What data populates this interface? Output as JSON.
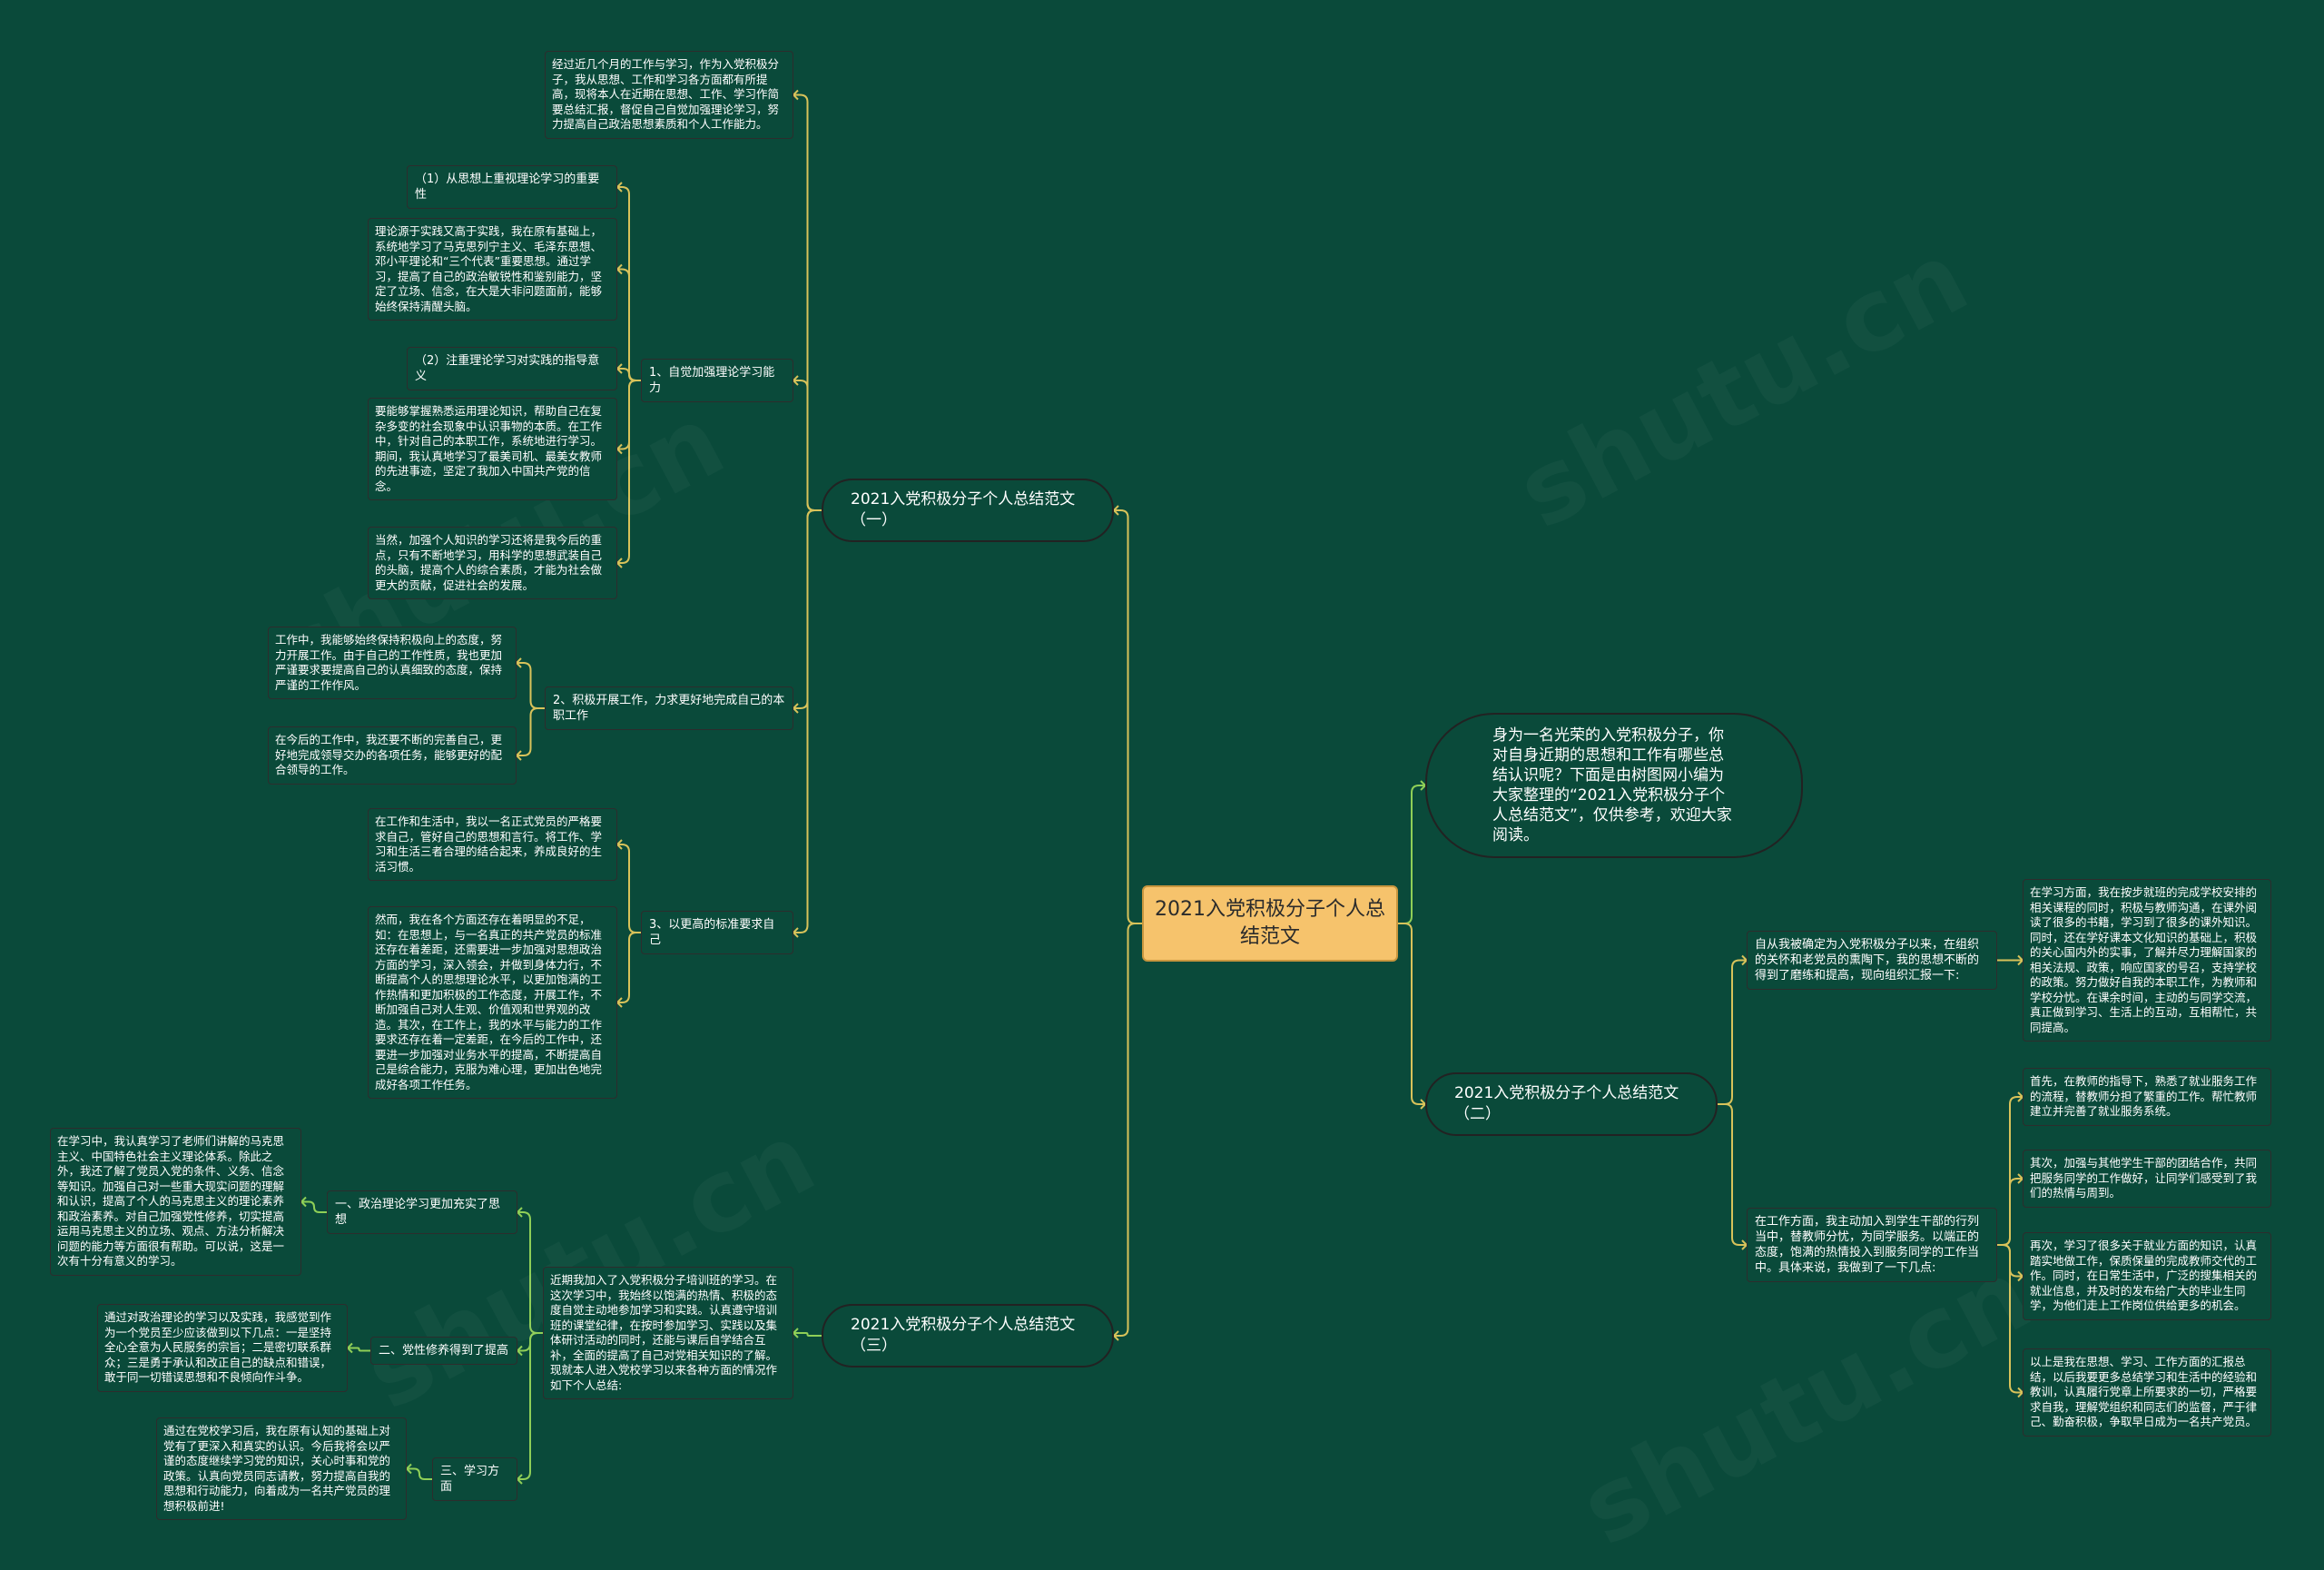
{
  "colors": {
    "background": "#0a4a3a",
    "root_fill": "#f6c36c",
    "edge_yellow": "#d8c25a",
    "edge_green": "#8fcf57",
    "text": "#ffffff"
  },
  "root": {
    "label": "2021入党积极分子个人总结范文"
  },
  "intro": {
    "text": "身为一名光荣的入党积极分子，你对自身近期的思想和工作有哪些总结认识呢？下面是由树图网小编为大家整理的“2021入党积极分子个人总结范文”，仅供参考，欢迎大家阅读。"
  },
  "branch1": {
    "label": "2021入党积极分子个人总结范文（一）",
    "lead": "经过近几个月的工作与学习，作为入党积极分子，我从思想、工作和学习各方面都有所提高，现将本人在近期在思想、工作、学习作简要总结汇报，督促自己自觉加强理论学习，努力提高自己政治思想素质和个人工作能力。",
    "s1": {
      "label": "1、自觉加强理论学习能力",
      "h1": "（1）从思想上重视理论学习的重要性",
      "p1": "理论源于实践又高于实践，我在原有基础上，系统地学习了马克思列宁主义、毛泽东思想、邓小平理论和“三个代表”重要思想。通过学习，提高了自己的政治敏锐性和鉴别能力，坚定了立场、信念，在大是大非问题面前，能够始终保持清醒头脑。",
      "h2": "（2）注重理论学习对实践的指导意义",
      "p2": "要能够掌握熟悉运用理论知识，帮助自己在复杂多变的社会现象中认识事物的本质。在工作中，针对自己的本职工作，系统地进行学习。期间，我认真地学习了最美司机、最美女教师的先进事迹，坚定了我加入中国共产党的信念。",
      "p3": "当然，加强个人知识的学习还将是我今后的重点，只有不断地学习，用科学的思想武装自己的头脑，提高个人的综合素质，才能为社会做更大的贡献，促进社会的发展。"
    },
    "s2": {
      "label": "2、积极开展工作，力求更好地完成自己的本职工作",
      "p1": "工作中，我能够始终保持积极向上的态度，努力开展工作。由于自己的工作性质，我也更加严谨要求要提高自己的认真细致的态度，保持严谨的工作作风。",
      "p2": "在今后的工作中，我还要不断的完善自己，更好地完成领导交办的各项任务，能够更好的配合领导的工作。"
    },
    "s3": {
      "label": "3、以更高的标准要求自己",
      "p1": "在工作和生活中，我以一名正式党员的严格要求自己，管好自己的思想和言行。将工作、学习和生活三者合理的结合起来，养成良好的生活习惯。",
      "p2": "然而，我在各个方面还存在着明显的不足，如：在思想上，与一名真正的共产党员的标准还存在着差距，还需要进一步加强对思想政治方面的学习，深入领会，并做到身体力行，不断提高个人的思想理论水平，以更加饱满的工作热情和更加积极的工作态度，开展工作，不断加强自己对人生观、价值观和世界观的改造。其次，在工作上，我的水平与能力的工作要求还存在着一定差距，在今后的工作中，还要进一步加强对业务水平的提高，不断提高自己是综合能力，克服为难心理，更加出色地完成好各项工作任务。"
    }
  },
  "branch2": {
    "label": "2021入党积极分子个人总结范文（二）",
    "a": {
      "label": "自从我被确定为入党积极分子以来，在组织的关怀和老党员的熏陶下，我的思想不断的得到了磨练和提高，现向组织汇报一下:",
      "p1": "在学习方面，我在按步就班的完成学校安排的相关课程的同时，积极与教师沟通，在课外阅读了很多的书籍，学习到了很多的课外知识。同时，还在学好课本文化知识的基础上，积极的关心国内外的实事，了解并尽力理解国家的相关法规、政策，响应国家的号召，支持学校的政策。努力做好自我的本职工作，为教师和学校分忧。在课余时间，主动的与同学交流，真正做到学习、生活上的互动，互相帮忙，共同提高。"
    },
    "b": {
      "label": "在工作方面，我主动加入到学生干部的行列当中，替教师分忧，为同学服务。以端正的态度，饱满的热情投入到服务同学的工作当中。具体来说，我做到了一下几点:",
      "p1": "首先，在教师的指导下，熟悉了就业服务工作的流程，替教师分担了繁重的工作。帮忙教师建立并完善了就业服务系统。",
      "p2": "其次，加强与其他学生干部的团结合作，共同把服务同学的工作做好，让同学们感受到了我们的热情与周到。",
      "p3": "再次，学习了很多关于就业方面的知识，认真踏实地做工作，保质保量的完成教师交代的工作。同时，在日常生活中，广泛的搜集相关的就业信息，并及时的发布给广大的毕业生同学，为他们走上工作岗位供给更多的机会。",
      "p4": "以上是我在思想、学习、工作方面的汇报总结，以后我要更多总结学习和生活中的经验和教训，认真履行党章上所要求的一切，严格要求自我，理解党组织和同志们的监督，严于律己、勤奋积极，争取早日成为一名共产党员。"
    }
  },
  "branch3": {
    "label": "2021入党积极分子个人总结范文（三）",
    "center": "近期我加入了入党积极分子培训班的学习。在这次学习中，我始终以饱满的热情、积极的态度自觉主动地参加学习和实践。认真遵守培训班的课堂纪律，在按时参加学习、实践以及集体研讨活动的同时，还能与课后自学结合互补，全面的提高了自己对党相关知识的了解。现就本人进入党校学习以来各种方面的情况作如下个人总结:",
    "s1": {
      "label": "一、政治理论学习更加充实了思想",
      "p": "在学习中，我认真学习了老师们讲解的马克思主义、中国特色社会主义理论体系。除此之外，我还了解了党员入党的条件、义务、信念等知识。加强自己对一些重大现实问题的理解和认识，提高了个人的马克思主义的理论素养和政治素养。对自己加强党性修养，切实提高运用马克思主义的立场、观点、方法分析解决问题的能力等方面很有帮助。可以说，这是一次有十分有意义的学习。"
    },
    "s2": {
      "label": "二、党性修养得到了提高",
      "p": "通过对政治理论的学习以及实践，我感觉到作为一个党员至少应该做到以下几点：一是坚持全心全意为人民服务的宗旨；二是密切联系群众；三是勇于承认和改正自己的缺点和错误，敢于同一切错误思想和不良倾向作斗争。"
    },
    "s3": {
      "label": "三、学习方面",
      "p": "通过在党校学习后，我在原有认知的基础上对党有了更深入和真实的认识。今后我将会以严谨的态度继续学习党的知识，关心时事和党的政策。认真向党员同志请教，努力提高自我的思想和行动能力，向着成为一名共产党员的理想积极前进!"
    }
  }
}
